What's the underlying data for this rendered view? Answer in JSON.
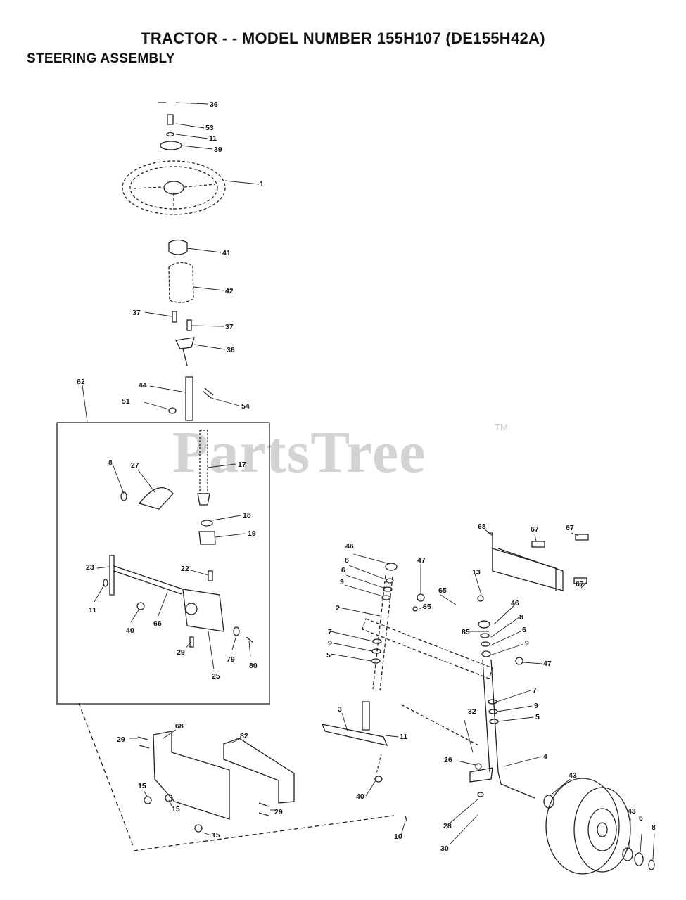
{
  "title": "TRACTOR - - MODEL NUMBER 155H107 (DE155H42A)",
  "subtitle": "STEERING ASSEMBLY",
  "watermark": "PartsTree",
  "watermark_mark": "TM",
  "callouts": [
    {
      "id": "c36a",
      "text": "36"
    },
    {
      "id": "c53",
      "text": "53"
    },
    {
      "id": "c11a",
      "text": "11"
    },
    {
      "id": "c39",
      "text": "39"
    },
    {
      "id": "c1",
      "text": "1"
    },
    {
      "id": "c41",
      "text": "41"
    },
    {
      "id": "c42",
      "text": "42"
    },
    {
      "id": "c37a",
      "text": "37"
    },
    {
      "id": "c37b",
      "text": "37"
    },
    {
      "id": "c36b",
      "text": "36"
    },
    {
      "id": "c62",
      "text": "62"
    },
    {
      "id": "c44",
      "text": "44"
    },
    {
      "id": "c51",
      "text": "51"
    },
    {
      "id": "c54",
      "text": "54"
    },
    {
      "id": "c8a",
      "text": "8"
    },
    {
      "id": "c27",
      "text": "27"
    },
    {
      "id": "c17",
      "text": "17"
    },
    {
      "id": "c18",
      "text": "18"
    },
    {
      "id": "c19",
      "text": "19"
    },
    {
      "id": "c23",
      "text": "23"
    },
    {
      "id": "c22",
      "text": "22"
    },
    {
      "id": "c11b",
      "text": "11"
    },
    {
      "id": "c40a",
      "text": "40"
    },
    {
      "id": "c66",
      "text": "66"
    },
    {
      "id": "c29a",
      "text": "29"
    },
    {
      "id": "c25",
      "text": "25"
    },
    {
      "id": "c79",
      "text": "79"
    },
    {
      "id": "c80",
      "text": "80"
    },
    {
      "id": "c68a",
      "text": "68"
    },
    {
      "id": "c67a",
      "text": "67"
    },
    {
      "id": "c67b",
      "text": "67"
    },
    {
      "id": "c67c",
      "text": "67"
    },
    {
      "id": "c46a",
      "text": "46"
    },
    {
      "id": "c8b",
      "text": "8"
    },
    {
      "id": "c6a",
      "text": "6"
    },
    {
      "id": "c9a",
      "text": "9"
    },
    {
      "id": "c47a",
      "text": "47"
    },
    {
      "id": "c65a",
      "text": "65"
    },
    {
      "id": "c65b",
      "text": "65"
    },
    {
      "id": "c13",
      "text": "13"
    },
    {
      "id": "c2",
      "text": "2"
    },
    {
      "id": "c46b",
      "text": "46"
    },
    {
      "id": "c8c",
      "text": "8"
    },
    {
      "id": "c85",
      "text": "85"
    },
    {
      "id": "c6b",
      "text": "6"
    },
    {
      "id": "c9b",
      "text": "9"
    },
    {
      "id": "c7a",
      "text": "7"
    },
    {
      "id": "c9c",
      "text": "9"
    },
    {
      "id": "c5a",
      "text": "5"
    },
    {
      "id": "c47b",
      "text": "47"
    },
    {
      "id": "c7b",
      "text": "7"
    },
    {
      "id": "c9d",
      "text": "9"
    },
    {
      "id": "c5b",
      "text": "5"
    },
    {
      "id": "c3",
      "text": "3"
    },
    {
      "id": "c11c",
      "text": "11"
    },
    {
      "id": "c32",
      "text": "32"
    },
    {
      "id": "c4",
      "text": "4"
    },
    {
      "id": "c26",
      "text": "26"
    },
    {
      "id": "c40b",
      "text": "40"
    },
    {
      "id": "c28",
      "text": "28"
    },
    {
      "id": "c30",
      "text": "30"
    },
    {
      "id": "c10",
      "text": "10"
    },
    {
      "id": "c43a",
      "text": "43"
    },
    {
      "id": "c43b",
      "text": "43"
    },
    {
      "id": "c6c",
      "text": "6"
    },
    {
      "id": "c8d",
      "text": "8"
    },
    {
      "id": "c68b",
      "text": "68"
    },
    {
      "id": "c82",
      "text": "82"
    },
    {
      "id": "c29b",
      "text": "29"
    },
    {
      "id": "c15a",
      "text": "15"
    },
    {
      "id": "c15b",
      "text": "15"
    },
    {
      "id": "c29c",
      "text": "29"
    },
    {
      "id": "c15c",
      "text": "15"
    }
  ]
}
